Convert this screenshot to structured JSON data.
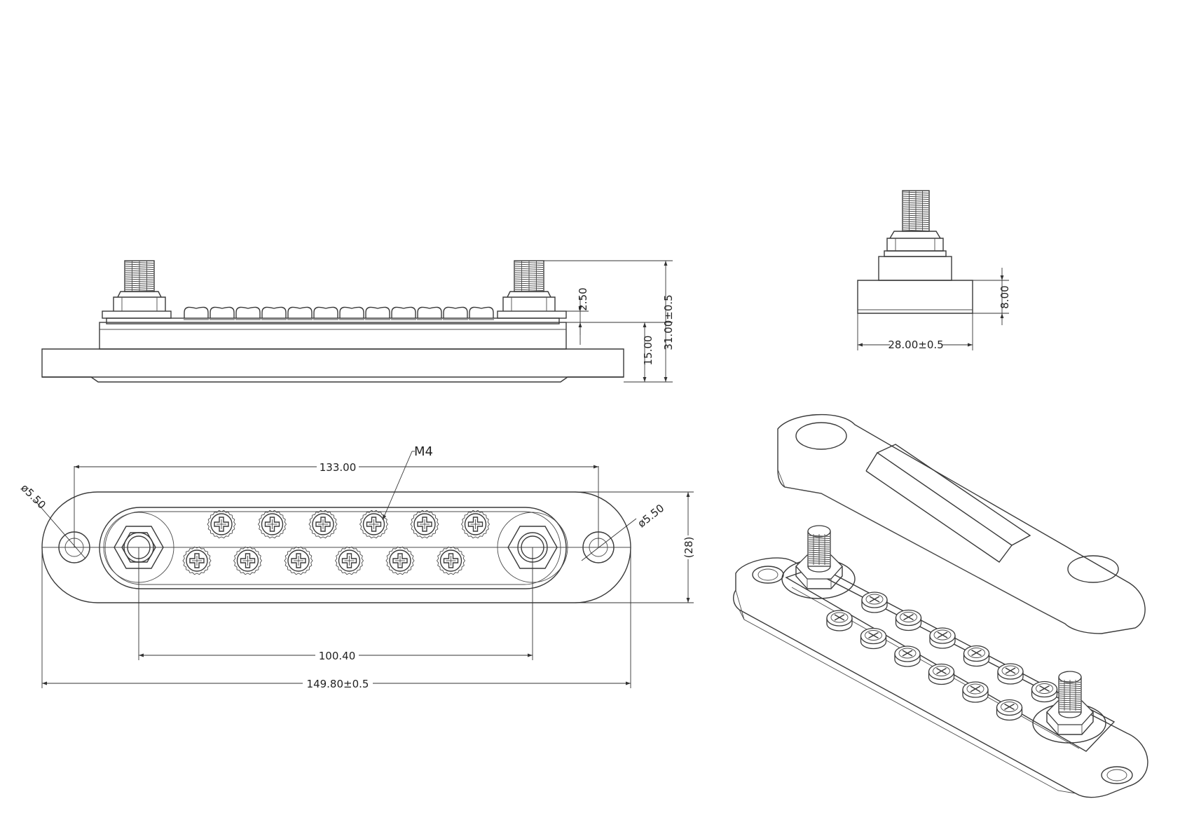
{
  "dimensions": {
    "stud_height": "2.50",
    "base_height": "15.00",
    "total_height": "31.00±0.5",
    "side_height": "8.00",
    "side_width": "28.00±0.5",
    "callout_thread": "M4",
    "mount_hole_spacing": "133.00",
    "hole_dia_left": "ø5.50",
    "hole_dia_right": "ø5.50",
    "width_ref": "(28)",
    "stud_spacing": "100.40",
    "overall_length": "149.80±0.5"
  },
  "views": [
    "front-view",
    "side-view",
    "top-view",
    "isometric-view"
  ],
  "counts": {
    "terminal_screws": 12,
    "studs": 2
  }
}
